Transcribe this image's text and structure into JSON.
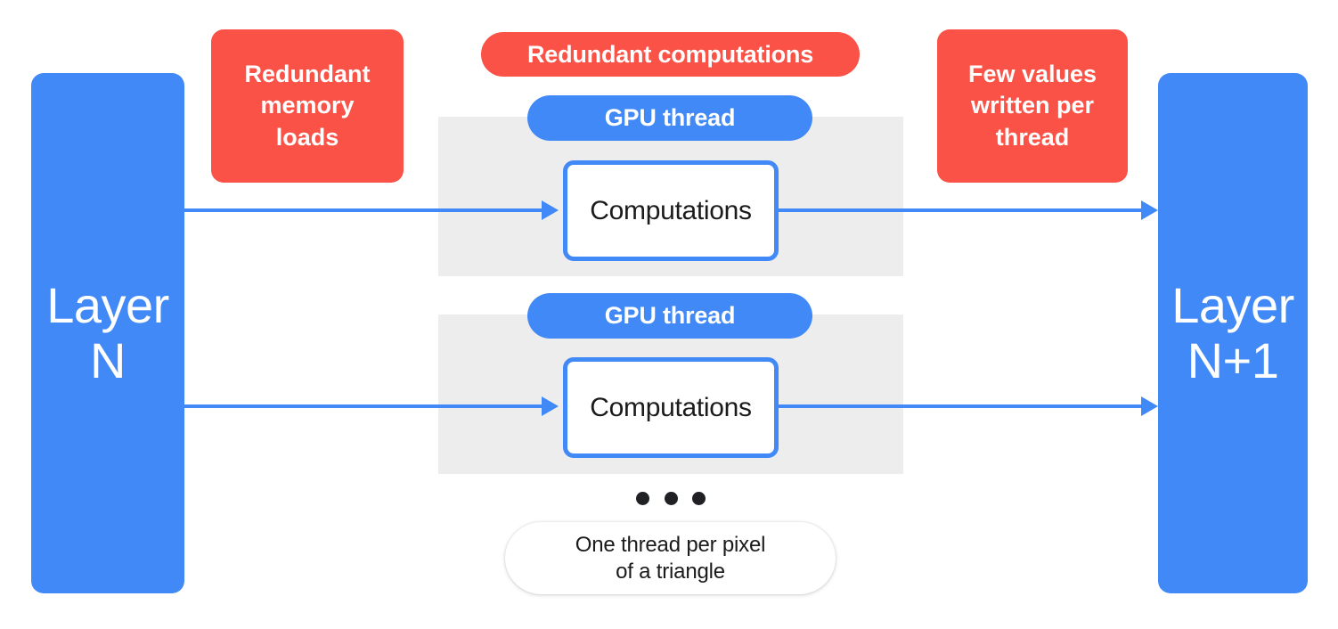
{
  "diagram": {
    "title": "GPU thread redundancy diagram",
    "colors": {
      "blue": "#4289F8",
      "red": "#FA5247",
      "grey_band": "#EDEDED",
      "text_dark": "#1b1b1b",
      "white": "#ffffff"
    }
  },
  "layers": {
    "input": {
      "label": "Layer\nN"
    },
    "output": {
      "label": "Layer\nN+1"
    }
  },
  "callouts": {
    "memory_loads": "Redundant\nmemory\nloads",
    "redundant_computations": "Redundant computations",
    "few_values": "Few values\nwritten per\nthread"
  },
  "threads": [
    {
      "pill_label": "GPU thread",
      "box_label": "Computations"
    },
    {
      "pill_label": "GPU thread",
      "box_label": "Computations"
    }
  ],
  "ellipsis": {
    "dot_count": 3
  },
  "footnote": {
    "label": "One thread per pixel\nof a triangle"
  }
}
